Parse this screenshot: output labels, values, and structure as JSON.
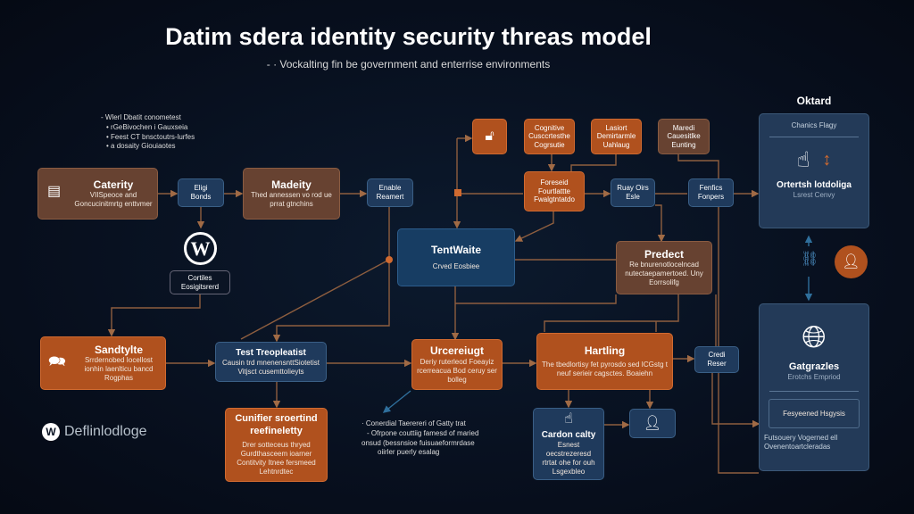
{
  "header": {
    "title": "Datim sdera identity security threas model",
    "subtitle": "- · Vockalting fin be government and enterrise environments"
  },
  "notes_top": [
    "- Wlerl Dbatit conometest",
    "• rGeBivochen i Gauxseia",
    "• Feest CT bnsctoutrs-lurfes",
    "• a dosaity Giouiaotes"
  ],
  "nodes": {
    "caterity": {
      "title": "Caterity",
      "desc": "VIISpeoce and Goncucinitmrtg enttvmer"
    },
    "eligi": {
      "title": "Eligi Bonds"
    },
    "madeity": {
      "title": "Madeity",
      "desc": "Thed annessen vo rod ue prrat gtnchins"
    },
    "enable": {
      "title": "Enable Reamert"
    },
    "cortiles": {
      "title": "Cortiles Eosigitsrerd"
    },
    "cognitive": {
      "title": "Cognitive Cusccrtesthe Cogrsutie"
    },
    "lasiort": {
      "title": "Lasiort Demirtarmle Uahlaug"
    },
    "maredi": {
      "title": "Maredi Cauesitlke Eunting"
    },
    "foreseid": {
      "title": "Foreseid Fourtlattte Fwalgtntatdo"
    },
    "ruay": {
      "title": "Ruay Oirs Esle"
    },
    "fenfics": {
      "title": "Fenfics Fonpers"
    },
    "tentwaite": {
      "title": "TentWaite",
      "desc": "Crved Eosbiee"
    },
    "predect": {
      "title": "Predect",
      "desc": "Re bnurenotlocelncad nutectaepamertoed. Uny Eorrsolifg"
    },
    "sandtylte": {
      "title": "Sandtylte",
      "desc": "Srrdernobed Iocellost ionhin laenlticu bancd Rogphas"
    },
    "test": {
      "title": "Test Treopleatist",
      "desc": "Causin trd mnenensnttSiotetist Vitjsct cusemttolieyts"
    },
    "cunifier": {
      "title": "Cunifier sroertind reefineletty",
      "desc": "Drer sotteceus thryed Gurdthasceem ioarner Contitvity Itnee fersmeed Lehtnrdtec"
    },
    "urcereiugt": {
      "title": "Urcereiugt",
      "desc": "Deriy ruterleod Foeayiz rcerreacua Bod ceruy ser bolleg"
    },
    "hartling": {
      "title": "Hartling",
      "desc": "The tbedlortisy fet pyrosdo sed ICGstg t neuf serieir cagsctes. Boaiehn"
    },
    "credi": {
      "title": "Credi Reser"
    },
    "cardon": {
      "title": "Cardon calty",
      "desc": "Esnest oecstrezeresd rtrtat ohe for ouh Lsgexbleo"
    }
  },
  "right_panel": {
    "heading": "Oktard",
    "top": {
      "label": "Chanics Flagy",
      "title": "Ortertsh lotdoliga",
      "desc": "Lsrest Cenvy"
    },
    "bottom": {
      "title": "Gatgrazles",
      "desc": "Erotchs Empriod",
      "box": "Fesyeened Hsgysis",
      "foot": "Futsouery Vogerned ell Ovenentoartcleradas"
    }
  },
  "annotation": [
    "· Conerdial Taerereri of Gatty trat",
    "- Ofrpone couttiig famesd of maried",
    "onsud (bessnsioe fuisuaeformrdase",
    "oiirler puerly esalag"
  ],
  "brand": {
    "name": "Deflinlodloge",
    "mark": "W"
  },
  "colors": {
    "orange": "#b0511e",
    "brown": "#674231",
    "blue": "#1f3a5c",
    "wire": "#a06a45",
    "background": "#070e1c"
  }
}
